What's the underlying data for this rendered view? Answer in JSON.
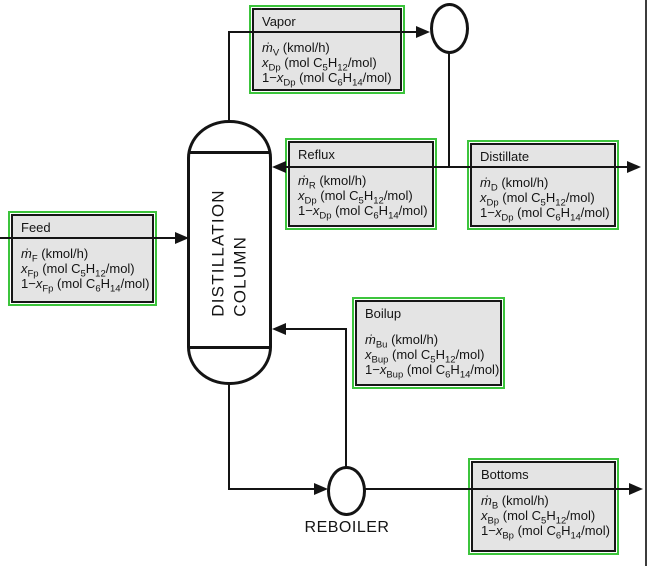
{
  "colors": {
    "highlight_green": "#3cc43c",
    "box_fill": "#e4e4e4",
    "line_black": "#141414",
    "right_edge_border": "#3c3c3c"
  },
  "column": {
    "label_line1": "DISTILLATION",
    "label_line2": "COLUMN"
  },
  "reboiler_label": "REBOILER",
  "boxes": {
    "vapor": {
      "title": "Vapor",
      "rows": [
        {
          "pre": "",
          "var": "ṁ",
          "sub": "V",
          "m1": " (kmol/h)",
          "c1": "",
          "m2": "",
          "c2": "",
          "m3": ""
        },
        {
          "pre": "",
          "var": "x",
          "sub": "Dp",
          "m1": " (mol C",
          "c1": "5",
          "m2": "H",
          "c2": "12",
          "m3": "/mol)"
        },
        {
          "pre": "1−",
          "var": "x",
          "sub": "Dp",
          "m1": " (mol C",
          "c1": "6",
          "m2": "H",
          "c2": "14",
          "m3": "/mol)"
        }
      ]
    },
    "reflux": {
      "title": "Reflux",
      "rows": [
        {
          "pre": "",
          "var": "ṁ",
          "sub": "R",
          "m1": " (kmol/h)",
          "c1": "",
          "m2": "",
          "c2": "",
          "m3": ""
        },
        {
          "pre": "",
          "var": "x",
          "sub": "Dp",
          "m1": " (mol C",
          "c1": "5",
          "m2": "H",
          "c2": "12",
          "m3": "/mol)"
        },
        {
          "pre": "1−",
          "var": "x",
          "sub": "Dp",
          "m1": " (mol C",
          "c1": "6",
          "m2": "H",
          "c2": "14",
          "m3": "/mol)"
        }
      ]
    },
    "distillate": {
      "title": "Distillate",
      "rows": [
        {
          "pre": "",
          "var": "ṁ",
          "sub": "D",
          "m1": " (kmol/h)",
          "c1": "",
          "m2": "",
          "c2": "",
          "m3": ""
        },
        {
          "pre": "",
          "var": "x",
          "sub": "Dp",
          "m1": " (mol C",
          "c1": "5",
          "m2": "H",
          "c2": "12",
          "m3": "/mol)"
        },
        {
          "pre": "1−",
          "var": "x",
          "sub": "Dp",
          "m1": " (mol C",
          "c1": "6",
          "m2": "H",
          "c2": "14",
          "m3": "/mol)"
        }
      ]
    },
    "feed": {
      "title": "Feed",
      "rows": [
        {
          "pre": "",
          "var": "ṁ",
          "sub": "F",
          "m1": " (kmol/h)",
          "c1": "",
          "m2": "",
          "c2": "",
          "m3": ""
        },
        {
          "pre": "",
          "var": "x",
          "sub": "Fp",
          "m1": " (mol C",
          "c1": "5",
          "m2": "H",
          "c2": "12",
          "m3": "/mol)"
        },
        {
          "pre": "1−",
          "var": "x",
          "sub": "Fp",
          "m1": " (mol C",
          "c1": "6",
          "m2": "H",
          "c2": "14",
          "m3": "/mol)"
        }
      ]
    },
    "boilup": {
      "title": "Boilup",
      "rows": [
        {
          "pre": "",
          "var": "ṁ",
          "sub": "Bu",
          "m1": " (kmol/h)",
          "c1": "",
          "m2": "",
          "c2": "",
          "m3": ""
        },
        {
          "pre": "",
          "var": "x",
          "sub": "Bup",
          "m1": " (mol C",
          "c1": "5",
          "m2": "H",
          "c2": "12",
          "m3": "/mol)"
        },
        {
          "pre": "1−",
          "var": "x",
          "sub": "Bup",
          "m1": " (mol C",
          "c1": "6",
          "m2": "H",
          "c2": "14",
          "m3": "/mol)"
        }
      ]
    },
    "bottoms": {
      "title": "Bottoms",
      "rows": [
        {
          "pre": "",
          "var": "ṁ",
          "sub": "B",
          "m1": " (kmol/h)",
          "c1": "",
          "m2": "",
          "c2": "",
          "m3": ""
        },
        {
          "pre": "",
          "var": "x",
          "sub": "Bp",
          "m1": " (mol C",
          "c1": "5",
          "m2": "H",
          "c2": "12",
          "m3": "/mol)"
        },
        {
          "pre": "1−",
          "var": "x",
          "sub": "Bp",
          "m1": " (mol C",
          "c1": "6",
          "m2": "H",
          "c2": "14",
          "m3": "/mol)"
        }
      ]
    }
  }
}
